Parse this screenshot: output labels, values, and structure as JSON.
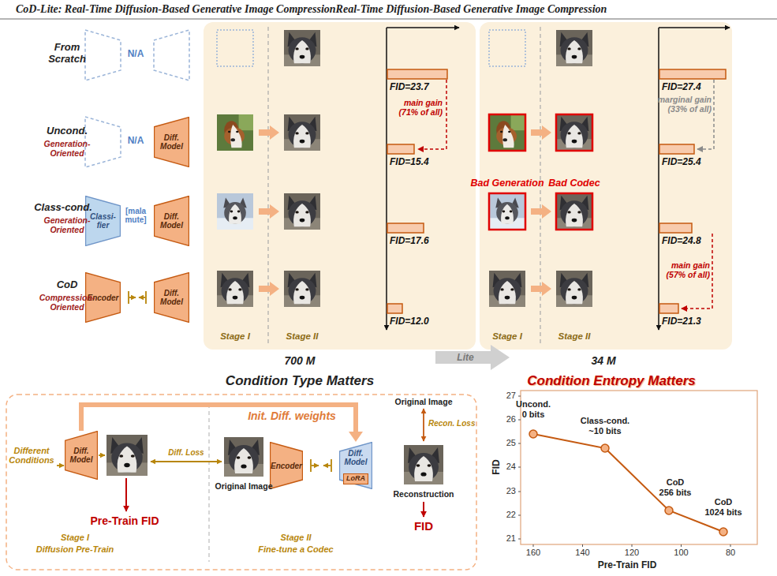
{
  "diagram": {
    "title": "CoD-Lite: Real-Time Diffusion-Based Generative Image CompressionReal-Time Diffusion-Based Generative Image Compression",
    "nodes": [
      {
        "text": [
          "Diff. Model"
        ]
      },
      {
        "text": [
          "Classi- fier"
        ]
      },
      {
        "text": [
          "Diff. Model"
        ]
      },
      {
        "text": [
          "Encoder"
        ]
      },
      {
        "text": [
          "Diff. Model"
        ]
      },
      {
        "text": [
          "Diff. Model"
        ]
      },
      {
        "text": [
          "Encoder"
        ]
      },
      {
        "text": [
          "Diff. Model"
        ]
      },
      {
        "text": [
          "LoRA"
        ],
        "in": 7
      }
    ],
    "edges": [
      {
        "from": 5,
        "to": 7,
        "arrow": "to",
        "label": "Init. Diff. weights"
      }
    ],
    "labels": [
      "N/A",
      "N/A",
      "[mala mute]",
      "From Scratch",
      "Uncond.",
      "Generation-Oriented",
      "Class-cond.",
      "Generation-Oriented",
      "CoD",
      "Compression-Oriented",
      "FID=23.7",
      "main gain (71% of all)",
      "FID=15.4",
      "FID=17.6",
      "FID=12.0",
      "Stage I",
      "Stage II",
      "FID=27.4",
      "marginal gain (33% of all)",
      "FID=25.4",
      "Bad Generation",
      "Bad Codec",
      "FID=24.8",
      "main gain (57% of all)",
      "FID=21.3",
      "Stage I",
      "Stage II",
      "700 M",
      "Lite",
      "34 M",
      "Condition Type Matters",
      "Condition Entropy Matters",
      "Different Conditions",
      "Pre-Train FID",
      "Stage I",
      "Diffusion Pre-Train",
      "Diff. Loss",
      "Original Image",
      "Original Image",
      "Recon. Loss",
      "Reconstruction",
      "FID",
      "Stage II",
      "Fine-tune a Codec",
      "Uncond.",
      "0 bits",
      "Class-cond.",
      "~10 bits",
      "CoD",
      "256 bits",
      "CoD",
      "1024 bits",
      "27",
      "26",
      "25",
      "24",
      "23",
      "22",
      "21",
      "160",
      "140",
      "120",
      "100",
      "80",
      "Pre-Train FID",
      "FID"
    ]
  }
}
